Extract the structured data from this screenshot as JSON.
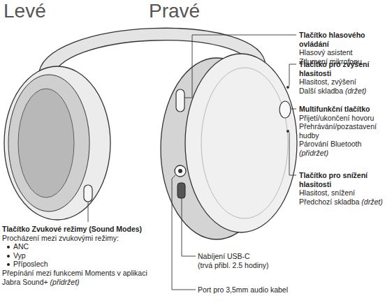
{
  "diagram": {
    "labels": [
      "Levé",
      "Pravé",
      "Tlačítko hlasového ovládání",
      "Hlasový asistent",
      "Ztlumení mikrofonu",
      "Tlačítko pro zvýšení hlasitosti",
      "Hlasitost, zvýšení",
      "Další skladba",
      "(držet)",
      "Multifunkční tlačítko",
      "Přijetí/ukončení hovoru",
      "Přehrávání/pozastavení hudby",
      "Párování Bluetooth",
      "(přidržet)",
      "Tlačítko pro snížení hlasitosti",
      "Hlasitost, snížení",
      "Předchozí skladba",
      "(držet)",
      "Tlačítko Zvukové režimy (Sound Modes)",
      "Procházení mezi zvukovými režimy:",
      "ANC",
      "Vyp",
      "Příposlech",
      "Přepínání mezi funkcemi Moments v aplikaci Jabra Sound+",
      "(přidržet)",
      "Nabíjení USB-C",
      "(trvá přibl. 2.5 hodiny)",
      "Port pro 3,5mm audio kabel"
    ]
  }
}
